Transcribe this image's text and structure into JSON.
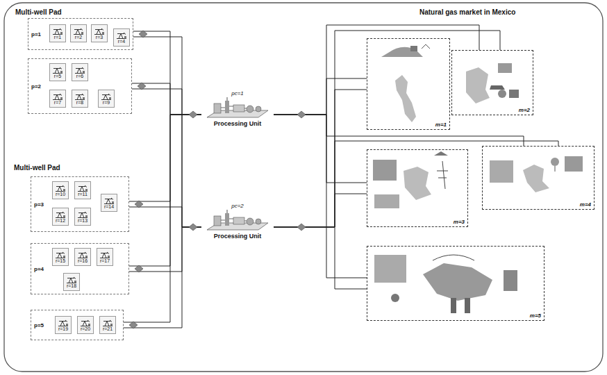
{
  "diagram": {
    "nodes": [
      {
        "text": [
          "p=1"
        ]
      },
      {
        "text": [
          "r=1"
        ],
        "in": 0
      },
      {
        "text": [
          "r=2"
        ],
        "in": 0
      },
      {
        "text": [
          "r=3"
        ],
        "in": 0
      },
      {
        "text": [
          "r=4"
        ],
        "in": 0
      },
      {
        "text": [
          "p=2"
        ]
      },
      {
        "text": [
          "r=5"
        ],
        "in": 5
      },
      {
        "text": [
          "r=6"
        ],
        "in": 5
      },
      {
        "text": [
          "r=7"
        ],
        "in": 5
      },
      {
        "text": [
          "r=8"
        ],
        "in": 5
      },
      {
        "text": [
          "r=9"
        ],
        "in": 5
      },
      {
        "text": [
          "p=3"
        ]
      },
      {
        "text": [
          "r=10"
        ],
        "in": 11
      },
      {
        "text": [
          "r=11"
        ],
        "in": 11
      },
      {
        "text": [
          "r=12"
        ],
        "in": 11
      },
      {
        "text": [
          "r=13"
        ],
        "in": 11
      },
      {
        "text": [
          "r=14"
        ],
        "in": 11
      },
      {
        "text": [
          "p=4"
        ]
      },
      {
        "text": [
          "r=15"
        ],
        "in": 17
      },
      {
        "text": [
          "r=16"
        ],
        "in": 17
      },
      {
        "text": [
          "r=17"
        ],
        "in": 17
      },
      {
        "text": [
          "r=18"
        ],
        "in": 17
      },
      {
        "text": [
          "p=5"
        ]
      },
      {
        "text": [
          "r=19"
        ],
        "in": 22
      },
      {
        "text": [
          "r=20"
        ],
        "in": 22
      },
      {
        "text": [
          "r=21"
        ],
        "in": 22
      },
      {
        "text": [
          "pc=1",
          "Processing Unit"
        ]
      },
      {
        "text": [
          "pc=2",
          "Processing Unit"
        ]
      },
      {
        "text": [
          "m=1"
        ]
      },
      {
        "text": [
          "m=2"
        ]
      },
      {
        "text": [
          "m=3"
        ]
      },
      {
        "text": [
          "m=4"
        ]
      },
      {
        "text": [
          "m=5"
        ]
      }
    ],
    "edges": [
      {
        "from": 0,
        "to": 26,
        "arrow": "none"
      },
      {
        "from": 0,
        "to": 27,
        "arrow": "none"
      },
      {
        "from": 5,
        "to": 26,
        "arrow": "none"
      },
      {
        "from": 5,
        "to": 27,
        "arrow": "none"
      },
      {
        "from": 11,
        "to": 26,
        "arrow": "none"
      },
      {
        "from": 11,
        "to": 27,
        "arrow": "none"
      },
      {
        "from": 17,
        "to": 26,
        "arrow": "none"
      },
      {
        "from": 17,
        "to": 27,
        "arrow": "none"
      },
      {
        "from": 22,
        "to": 26,
        "arrow": "none"
      },
      {
        "from": 22,
        "to": 27,
        "arrow": "none"
      },
      {
        "from": 26,
        "to": 28,
        "arrow": "none"
      },
      {
        "from": 26,
        "to": 29,
        "arrow": "none"
      },
      {
        "from": 26,
        "to": 30,
        "arrow": "none"
      },
      {
        "from": 26,
        "to": 31,
        "arrow": "none"
      },
      {
        "from": 26,
        "to": 32,
        "arrow": "none"
      },
      {
        "from": 27,
        "to": 28,
        "arrow": "none"
      },
      {
        "from": 27,
        "to": 29,
        "arrow": "none"
      },
      {
        "from": 27,
        "to": 30,
        "arrow": "none"
      },
      {
        "from": 27,
        "to": 31,
        "arrow": "none"
      },
      {
        "from": 27,
        "to": 32,
        "arrow": "none"
      }
    ],
    "labels": [
      "Multi-well Pad",
      "Multi-well Pad",
      "Natural gas market in Mexico"
    ]
  }
}
